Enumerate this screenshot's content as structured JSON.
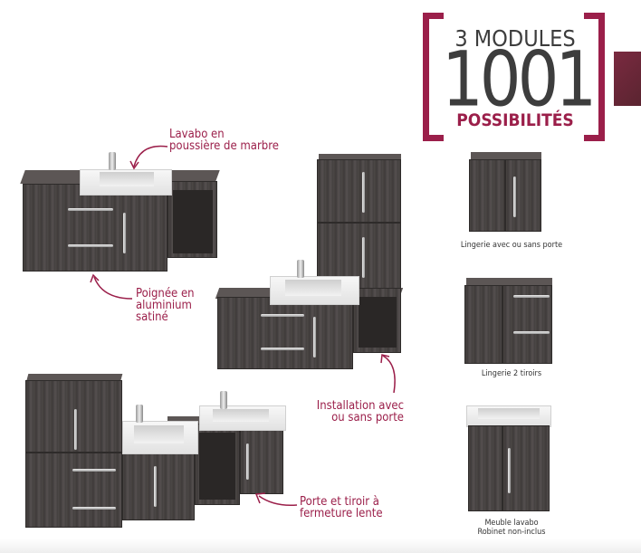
{
  "header": {
    "line1": "3 MODULES",
    "line2": "1001",
    "line3": "POSSIBILITÉS"
  },
  "colors": {
    "accent": "#9b1f4a",
    "text": "#3d3d3d",
    "side_block": "#6a2a3a"
  },
  "callouts": {
    "sink": [
      "Lavabo en",
      "poussière de marbre"
    ],
    "handle": [
      "Poignée en",
      "aluminium",
      "satiné"
    ],
    "install": [
      "Installation avec",
      "ou sans porte"
    ],
    "closing": [
      "Porte et tiroir à",
      "fermeture lente"
    ]
  },
  "modules": [
    {
      "caption": [
        "Lingerie avec ou sans porte"
      ]
    },
    {
      "caption": [
        "Lingerie 2 tiroirs"
      ]
    },
    {
      "caption": [
        "Meuble lavabo",
        "Robinet non-inclus"
      ]
    }
  ]
}
